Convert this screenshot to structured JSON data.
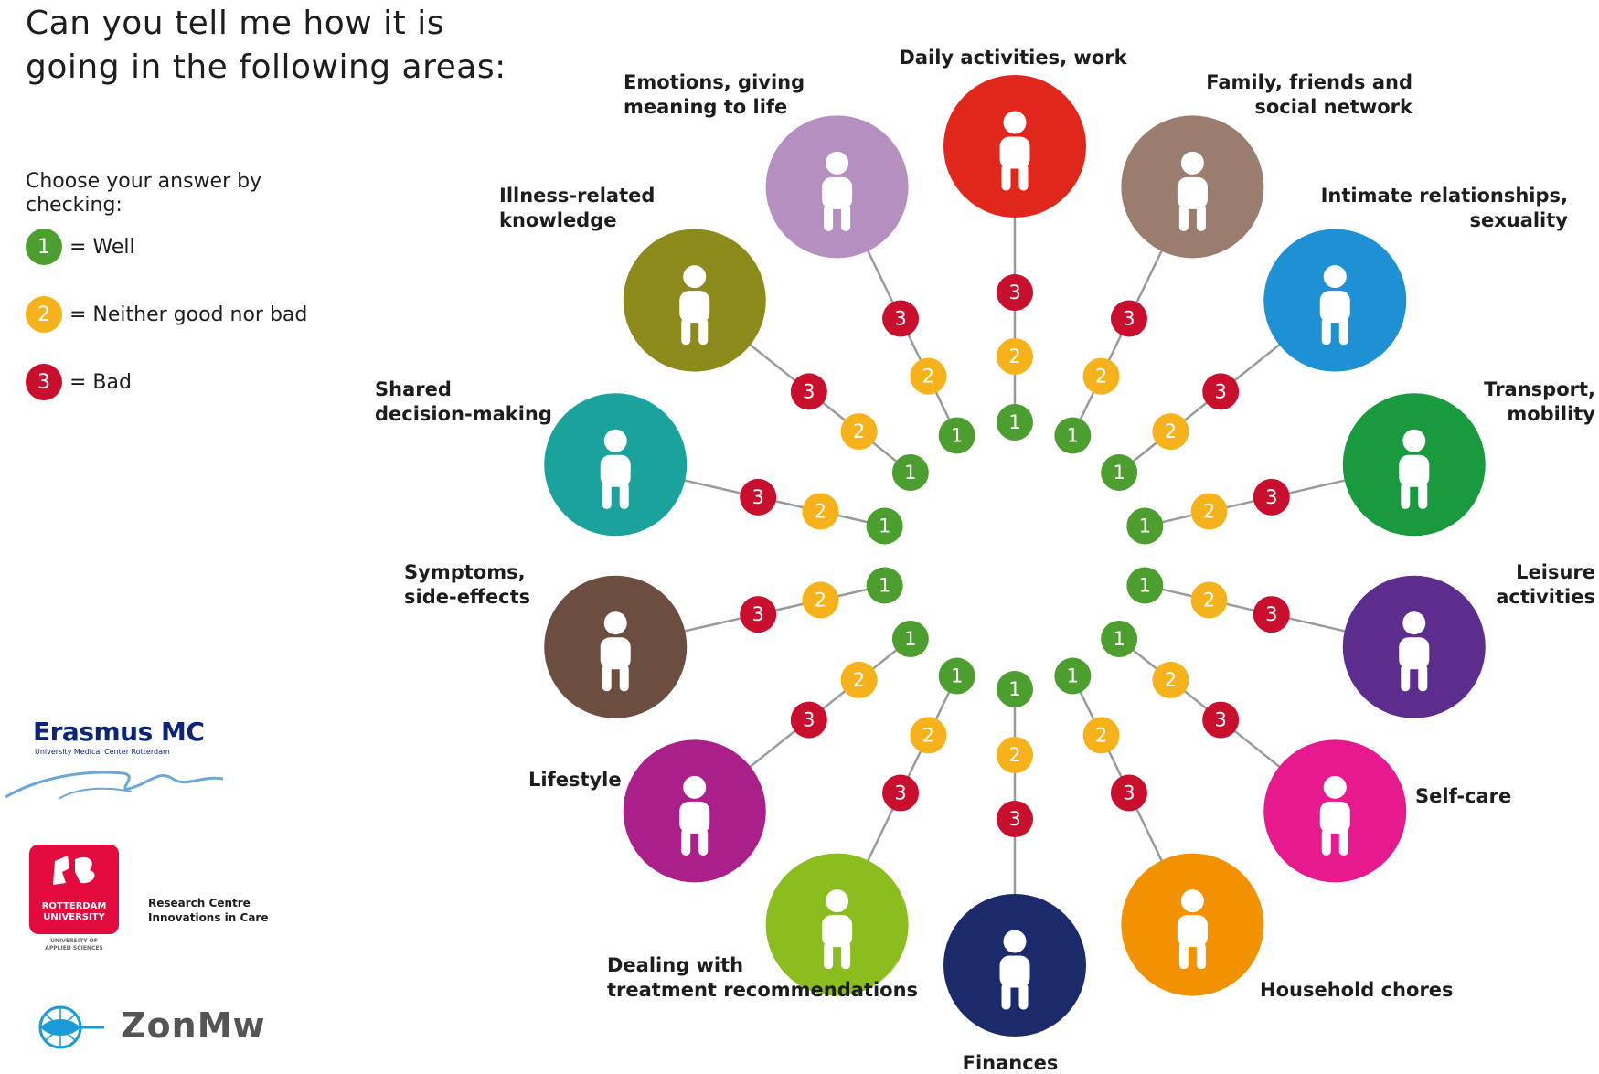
{
  "title_line1": "Can you tell me how it is",
  "title_line2": "going in the following areas:",
  "legend": {
    "intro_line1": "Choose your answer by",
    "intro_line2": "checking:",
    "items": [
      {
        "num": "1",
        "label": "= Well",
        "color": "#4c9e2f"
      },
      {
        "num": "2",
        "label": "= Neither good nor bad",
        "color": "#f6b21b"
      },
      {
        "num": "3",
        "label": "= Bad",
        "color": "#c8102e"
      }
    ]
  },
  "dot_colors": {
    "1": "#4c9e2f",
    "2": "#f6b21b",
    "3": "#c8102e"
  },
  "areas": [
    {
      "lines": [
        "Daily activities, work"
      ],
      "color": "#e1261c",
      "icon": "walking-with-briefcase-icon"
    },
    {
      "lines": [
        "Family, friends and",
        "social network"
      ],
      "color": "#9b7d6f",
      "icon": "group-of-people-icon"
    },
    {
      "lines": [
        "Intimate relationships,",
        "sexuality"
      ],
      "color": "#1e90d4",
      "icon": "couple-with-hearts-icon"
    },
    {
      "lines": [
        "Transport,",
        "mobility"
      ],
      "color": "#1a9a3f",
      "icon": "bus-bicycle-car-icon"
    },
    {
      "lines": [
        "Leisure",
        "activities"
      ],
      "color": "#5c2d8c",
      "icon": "book-ball-music-icon"
    },
    {
      "lines": [
        "Self-care"
      ],
      "color": "#e6198f",
      "icon": "shower-clothes-toothbrush-icon"
    },
    {
      "lines": [
        "Household chores"
      ],
      "color": "#f39200",
      "icon": "vacuum-washing-machine-icon"
    },
    {
      "lines": [
        "Finances"
      ],
      "color": "#1b2a6b",
      "icon": "card-and-coins-icon"
    },
    {
      "lines": [
        "Dealing with",
        "treatment recommendations"
      ],
      "color": "#8cbd1f",
      "icon": "clipboard-exercise-pills-icon"
    },
    {
      "lines": [
        "Lifestyle"
      ],
      "color": "#aa1f8a",
      "icon": "smoking-burger-wine-icon"
    },
    {
      "lines": [
        "Symptoms,",
        "side-effects"
      ],
      "color": "#6b4e3f",
      "icon": "person-in-pain-icon"
    },
    {
      "lines": [
        "Shared",
        "decision-making"
      ],
      "color": "#1aa39d",
      "icon": "conversation-at-table-icon"
    },
    {
      "lines": [
        "Illness-related",
        "knowledge"
      ],
      "color": "#8c8a1a",
      "icon": "head-with-magnifier-icon"
    },
    {
      "lines": [
        "Emotions, giving",
        "meaning to life"
      ],
      "color": "#b58fbf",
      "icon": "scales-clover-anchor-icon"
    }
  ],
  "logos": {
    "erasmus_name": "Erasmus MC",
    "erasmus_sub": "University Medical Center Rotterdam",
    "rotterdam_line1": "ROTTERDAM",
    "rotterdam_line2": "UNIVERSITY",
    "rotterdam_sub1": "UNIVERSITY OF",
    "rotterdam_sub2": "APPLIED SCIENCES",
    "research_line1": "Research Centre",
    "research_line2": "Innovations in Care",
    "zonmw": "ZonMw"
  }
}
